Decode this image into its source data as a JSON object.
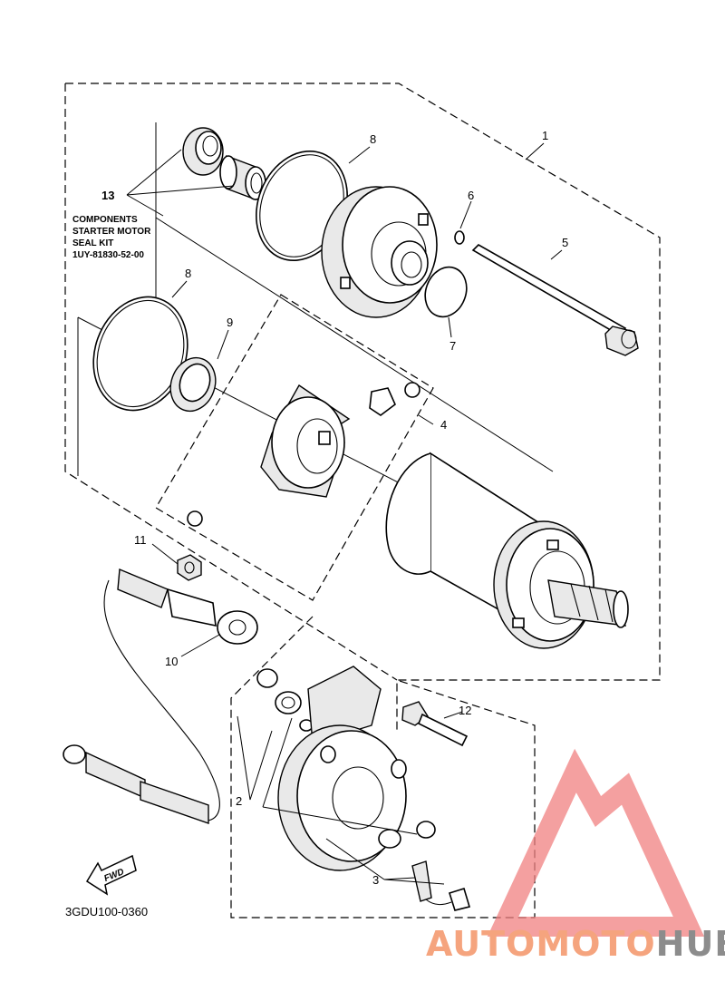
{
  "diagram": {
    "parts": [
      {
        "key": "p1",
        "label": "1"
      },
      {
        "key": "p2",
        "label": "2"
      },
      {
        "key": "p3",
        "label": "3"
      },
      {
        "key": "p4",
        "label": "4"
      },
      {
        "key": "p5",
        "label": "5"
      },
      {
        "key": "p6",
        "label": "6"
      },
      {
        "key": "p7",
        "label": "7"
      },
      {
        "key": "p8a",
        "label": "8"
      },
      {
        "key": "p8b",
        "label": "8"
      },
      {
        "key": "p9",
        "label": "9"
      },
      {
        "key": "p10",
        "label": "10"
      },
      {
        "key": "p11",
        "label": "11"
      },
      {
        "key": "p12",
        "label": "12"
      },
      {
        "key": "p13",
        "label": "13"
      }
    ],
    "kit_lines": [
      "COMPONENTS",
      "STARTER MOTOR",
      "SEAL KIT",
      "1UY-81830-52-00"
    ],
    "fwd_label": "FWD",
    "diagram_code": "3GDU100-0360"
  },
  "watermark": {
    "part1": "AUTOMOTO",
    "part2": "HUB",
    "color1": "#f5a47e",
    "color2": "#8c8c8c",
    "triangle_color": "#f08080"
  }
}
